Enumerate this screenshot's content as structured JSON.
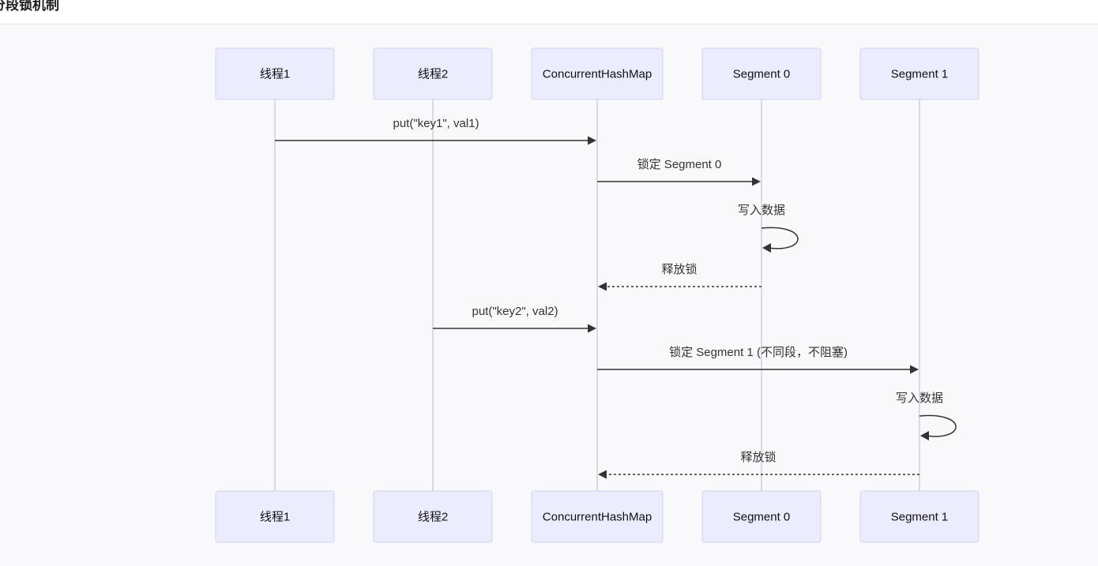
{
  "header": {
    "title": "分段锁机制"
  },
  "diagram": {
    "type": "sequence",
    "participants": [
      {
        "id": "t1",
        "label": "线程1"
      },
      {
        "id": "t2",
        "label": "线程2"
      },
      {
        "id": "chm",
        "label": "ConcurrentHashMap"
      },
      {
        "id": "s0",
        "label": "Segment 0"
      },
      {
        "id": "s1",
        "label": "Segment 1"
      }
    ],
    "messages": [
      {
        "from": "t1",
        "to": "chm",
        "label": "put(\"key1\", val1)",
        "style": "solid"
      },
      {
        "from": "chm",
        "to": "s0",
        "label": "锁定 Segment 0",
        "style": "solid"
      },
      {
        "from": "s0",
        "to": "s0",
        "label": "写入数据",
        "style": "solid"
      },
      {
        "from": "s0",
        "to": "chm",
        "label": "释放锁",
        "style": "dashed"
      },
      {
        "from": "t2",
        "to": "chm",
        "label": "put(\"key2\", val2)",
        "style": "solid"
      },
      {
        "from": "chm",
        "to": "s1",
        "label": "锁定 Segment 1 (不同段，不阻塞)",
        "style": "solid"
      },
      {
        "from": "s1",
        "to": "s1",
        "label": "写入数据",
        "style": "solid"
      },
      {
        "from": "s1",
        "to": "chm",
        "label": "释放锁",
        "style": "dashed"
      }
    ]
  }
}
